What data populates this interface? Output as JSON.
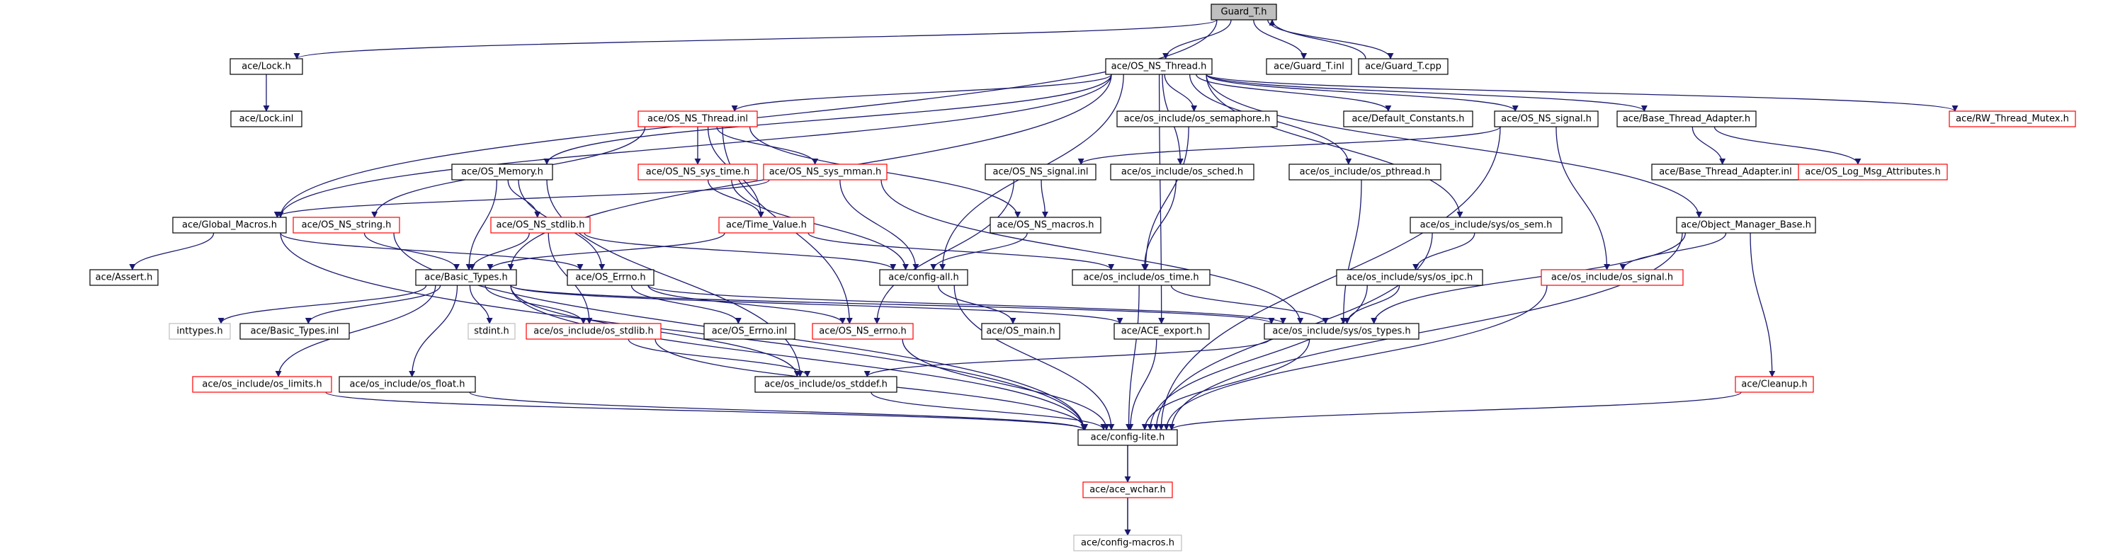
{
  "colors": {
    "edge": "#191970",
    "border_normal": "#000000",
    "border_truncated": "#ff0000",
    "border_external": "#bfbfbf",
    "fill_root": "#bfbfbf",
    "fill_default": "#ffffff"
  },
  "nodes": [
    {
      "id": "guard_t_h",
      "label": "Guard_T.h",
      "kind": "root"
    },
    {
      "id": "lock_h",
      "label": "ace/Lock.h",
      "kind": "normal"
    },
    {
      "id": "lock_inl",
      "label": "ace/Lock.inl",
      "kind": "normal"
    },
    {
      "id": "os_ns_thread_h",
      "label": "ace/OS_NS_Thread.h",
      "kind": "normal"
    },
    {
      "id": "guard_t_inl",
      "label": "ace/Guard_T.inl",
      "kind": "normal"
    },
    {
      "id": "guard_t_cpp",
      "label": "ace/Guard_T.cpp",
      "kind": "normal"
    },
    {
      "id": "os_ns_thread_inl",
      "label": "ace/OS_NS_Thread.inl",
      "kind": "truncated"
    },
    {
      "id": "os_semaphore_h",
      "label": "ace/os_include/os_semaphore.h",
      "kind": "normal"
    },
    {
      "id": "default_constants_h",
      "label": "ace/Default_Constants.h",
      "kind": "normal"
    },
    {
      "id": "os_ns_signal_h",
      "label": "ace/OS_NS_signal.h",
      "kind": "normal"
    },
    {
      "id": "base_thread_adapter_h",
      "label": "ace/Base_Thread_Adapter.h",
      "kind": "normal"
    },
    {
      "id": "rw_thread_mutex_h",
      "label": "ace/RW_Thread_Mutex.h",
      "kind": "truncated"
    },
    {
      "id": "os_memory_h",
      "label": "ace/OS_Memory.h",
      "kind": "normal"
    },
    {
      "id": "os_ns_sys_time_h",
      "label": "ace/OS_NS_sys_time.h",
      "kind": "truncated"
    },
    {
      "id": "os_ns_sys_mman_h",
      "label": "ace/OS_NS_sys_mman.h",
      "kind": "truncated"
    },
    {
      "id": "os_ns_signal_inl",
      "label": "ace/OS_NS_signal.inl",
      "kind": "normal"
    },
    {
      "id": "os_sched_h",
      "label": "ace/os_include/os_sched.h",
      "kind": "normal"
    },
    {
      "id": "os_pthread_h",
      "label": "ace/os_include/os_pthread.h",
      "kind": "normal"
    },
    {
      "id": "base_thread_adapter_inl",
      "label": "ace/Base_Thread_Adapter.inl",
      "kind": "normal"
    },
    {
      "id": "os_log_msg_attributes_h",
      "label": "ace/OS_Log_Msg_Attributes.h",
      "kind": "truncated"
    },
    {
      "id": "global_macros_h",
      "label": "ace/Global_Macros.h",
      "kind": "normal"
    },
    {
      "id": "os_ns_string_h",
      "label": "ace/OS_NS_string.h",
      "kind": "truncated"
    },
    {
      "id": "os_ns_stdlib_h",
      "label": "ace/OS_NS_stdlib.h",
      "kind": "truncated"
    },
    {
      "id": "time_value_h",
      "label": "ace/Time_Value.h",
      "kind": "truncated"
    },
    {
      "id": "os_ns_macros_h",
      "label": "ace/OS_NS_macros.h",
      "kind": "normal"
    },
    {
      "id": "sys_os_sem_h",
      "label": "ace/os_include/sys/os_sem.h",
      "kind": "normal"
    },
    {
      "id": "object_manager_base_h",
      "label": "ace/Object_Manager_Base.h",
      "kind": "normal"
    },
    {
      "id": "assert_h",
      "label": "ace/Assert.h",
      "kind": "normal"
    },
    {
      "id": "basic_types_h",
      "label": "ace/Basic_Types.h",
      "kind": "normal"
    },
    {
      "id": "os_errno_h",
      "label": "ace/OS_Errno.h",
      "kind": "normal"
    },
    {
      "id": "config_all_h",
      "label": "ace/config-all.h",
      "kind": "normal"
    },
    {
      "id": "os_time_h",
      "label": "ace/os_include/os_time.h",
      "kind": "normal"
    },
    {
      "id": "sys_os_ipc_h",
      "label": "ace/os_include/sys/os_ipc.h",
      "kind": "normal"
    },
    {
      "id": "os_signal_h",
      "label": "ace/os_include/os_signal.h",
      "kind": "truncated"
    },
    {
      "id": "inttypes_h",
      "label": "inttypes.h",
      "kind": "external"
    },
    {
      "id": "basic_types_inl",
      "label": "ace/Basic_Types.inl",
      "kind": "normal"
    },
    {
      "id": "stdint_h",
      "label": "stdint.h",
      "kind": "external"
    },
    {
      "id": "os_stdlib_h",
      "label": "ace/os_include/os_stdlib.h",
      "kind": "truncated"
    },
    {
      "id": "os_errno_inl",
      "label": "ace/OS_Errno.inl",
      "kind": "normal"
    },
    {
      "id": "os_ns_errno_h",
      "label": "ace/OS_NS_errno.h",
      "kind": "truncated"
    },
    {
      "id": "os_main_h",
      "label": "ace/OS_main.h",
      "kind": "normal"
    },
    {
      "id": "ace_export_h",
      "label": "ace/ACE_export.h",
      "kind": "normal"
    },
    {
      "id": "sys_os_types_h",
      "label": "ace/os_include/sys/os_types.h",
      "kind": "normal"
    },
    {
      "id": "os_limits_h",
      "label": "ace/os_include/os_limits.h",
      "kind": "truncated"
    },
    {
      "id": "os_float_h",
      "label": "ace/os_include/os_float.h",
      "kind": "normal"
    },
    {
      "id": "os_stddef_h",
      "label": "ace/os_include/os_stddef.h",
      "kind": "normal"
    },
    {
      "id": "cleanup_h",
      "label": "ace/Cleanup.h",
      "kind": "truncated"
    },
    {
      "id": "config_lite_h",
      "label": "ace/config-lite.h",
      "kind": "normal"
    },
    {
      "id": "ace_wchar_h",
      "label": "ace/ace_wchar.h",
      "kind": "truncated"
    },
    {
      "id": "config_macros_h",
      "label": "ace/config-macros.h",
      "kind": "external"
    }
  ],
  "edges": [
    [
      "guard_t_h",
      "lock_h"
    ],
    [
      "guard_t_h",
      "os_ns_thread_h"
    ],
    [
      "guard_t_h",
      "guard_t_inl"
    ],
    [
      "guard_t_h",
      "guard_t_cpp"
    ],
    [
      "guard_t_h",
      "global_macros_h"
    ],
    [
      "guard_t_cpp",
      "guard_t_h"
    ],
    [
      "lock_h",
      "lock_inl"
    ],
    [
      "os_ns_thread_h",
      "os_ns_thread_inl"
    ],
    [
      "os_ns_thread_h",
      "os_semaphore_h"
    ],
    [
      "os_ns_thread_h",
      "default_constants_h"
    ],
    [
      "os_ns_thread_h",
      "os_ns_signal_h"
    ],
    [
      "os_ns_thread_h",
      "base_thread_adapter_h"
    ],
    [
      "os_ns_thread_h",
      "rw_thread_mutex_h"
    ],
    [
      "os_ns_thread_h",
      "os_memory_h"
    ],
    [
      "os_ns_thread_h",
      "os_sched_h"
    ],
    [
      "os_ns_thread_h",
      "os_pthread_h"
    ],
    [
      "os_ns_thread_h",
      "global_macros_h"
    ],
    [
      "os_ns_thread_h",
      "basic_types_h"
    ],
    [
      "os_ns_thread_h",
      "config_all_h"
    ],
    [
      "os_ns_thread_h",
      "sys_os_sem_h"
    ],
    [
      "os_ns_thread_h",
      "object_manager_base_h"
    ],
    [
      "os_ns_thread_h",
      "ace_export_h"
    ],
    [
      "os_ns_thread_inl",
      "os_ns_string_h"
    ],
    [
      "os_ns_thread_inl",
      "os_ns_sys_time_h"
    ],
    [
      "os_ns_thread_inl",
      "os_ns_sys_mman_h"
    ],
    [
      "os_ns_thread_inl",
      "os_ns_macros_h"
    ],
    [
      "os_ns_thread_inl",
      "time_value_h"
    ],
    [
      "os_ns_thread_inl",
      "os_ns_errno_h"
    ],
    [
      "os_ns_sys_time_h",
      "time_value_h"
    ],
    [
      "os_ns_sys_time_h",
      "config_all_h"
    ],
    [
      "os_ns_sys_mman_h",
      "global_macros_h"
    ],
    [
      "os_ns_sys_mman_h",
      "config_all_h"
    ],
    [
      "os_ns_sys_mman_h",
      "sys_os_types_h"
    ],
    [
      "os_semaphore_h",
      "os_time_h"
    ],
    [
      "os_ns_signal_h",
      "os_ns_signal_inl"
    ],
    [
      "os_ns_signal_h",
      "os_signal_h"
    ],
    [
      "os_ns_signal_h",
      "config_lite_h"
    ],
    [
      "os_ns_signal_inl",
      "os_ns_macros_h"
    ],
    [
      "os_ns_signal_inl",
      "os_ns_errno_h"
    ],
    [
      "base_thread_adapter_h",
      "base_thread_adapter_inl"
    ],
    [
      "base_thread_adapter_h",
      "os_log_msg_attributes_h"
    ],
    [
      "os_memory_h",
      "os_ns_stdlib_h"
    ],
    [
      "os_memory_h",
      "basic_types_h"
    ],
    [
      "os_memory_h",
      "os_errno_h"
    ],
    [
      "os_memory_h",
      "os_stddef_h"
    ],
    [
      "os_sched_h",
      "os_time_h"
    ],
    [
      "os_pthread_h",
      "sys_os_types_h"
    ],
    [
      "os_ns_macros_h",
      "config_all_h"
    ],
    [
      "sys_os_sem_h",
      "sys_os_ipc_h"
    ],
    [
      "sys_os_sem_h",
      "config_lite_h"
    ],
    [
      "object_manager_base_h",
      "os_signal_h"
    ],
    [
      "object_manager_base_h",
      "cleanup_h"
    ],
    [
      "object_manager_base_h",
      "sys_os_types_h"
    ],
    [
      "object_manager_base_h",
      "config_lite_h"
    ],
    [
      "global_macros_h",
      "assert_h"
    ],
    [
      "global_macros_h",
      "os_errno_h"
    ],
    [
      "global_macros_h",
      "config_lite_h"
    ],
    [
      "os_ns_string_h",
      "basic_types_h"
    ],
    [
      "os_ns_string_h",
      "config_lite_h"
    ],
    [
      "os_ns_stdlib_h",
      "basic_types_h"
    ],
    [
      "os_ns_stdlib_h",
      "config_all_h"
    ],
    [
      "os_ns_stdlib_h",
      "os_stdlib_h"
    ],
    [
      "time_value_h",
      "basic_types_h"
    ],
    [
      "time_value_h",
      "os_time_h"
    ],
    [
      "basic_types_h",
      "inttypes_h"
    ],
    [
      "basic_types_h",
      "basic_types_inl"
    ],
    [
      "basic_types_h",
      "stdint_h"
    ],
    [
      "basic_types_h",
      "os_stdlib_h"
    ],
    [
      "basic_types_h",
      "os_limits_h"
    ],
    [
      "basic_types_h",
      "os_float_h"
    ],
    [
      "basic_types_h",
      "os_stddef_h"
    ],
    [
      "basic_types_h",
      "ace_export_h"
    ],
    [
      "basic_types_h",
      "sys_os_types_h"
    ],
    [
      "basic_types_h",
      "config_lite_h"
    ],
    [
      "os_errno_h",
      "os_errno_inl"
    ],
    [
      "os_errno_h",
      "os_ns_errno_h"
    ],
    [
      "os_errno_h",
      "sys_os_types_h"
    ],
    [
      "config_all_h",
      "os_main_h"
    ],
    [
      "config_all_h",
      "config_lite_h"
    ],
    [
      "os_time_h",
      "sys_os_types_h"
    ],
    [
      "os_time_h",
      "config_lite_h"
    ],
    [
      "sys_os_ipc_h",
      "sys_os_types_h"
    ],
    [
      "sys_os_ipc_h",
      "config_lite_h"
    ],
    [
      "os_signal_h",
      "config_lite_h"
    ],
    [
      "os_stdlib_h",
      "os_stddef_h"
    ],
    [
      "os_stdlib_h",
      "config_lite_h"
    ],
    [
      "os_ns_errno_h",
      "config_lite_h"
    ],
    [
      "ace_export_h",
      "config_lite_h"
    ],
    [
      "sys_os_types_h",
      "os_stddef_h"
    ],
    [
      "sys_os_types_h",
      "config_lite_h"
    ],
    [
      "os_limits_h",
      "config_lite_h"
    ],
    [
      "os_float_h",
      "config_lite_h"
    ],
    [
      "os_stddef_h",
      "config_lite_h"
    ],
    [
      "cleanup_h",
      "config_lite_h"
    ],
    [
      "config_lite_h",
      "ace_wchar_h"
    ],
    [
      "config_lite_h",
      "config_macros_h"
    ],
    [
      "ace_wchar_h",
      "config_macros_h"
    ]
  ]
}
